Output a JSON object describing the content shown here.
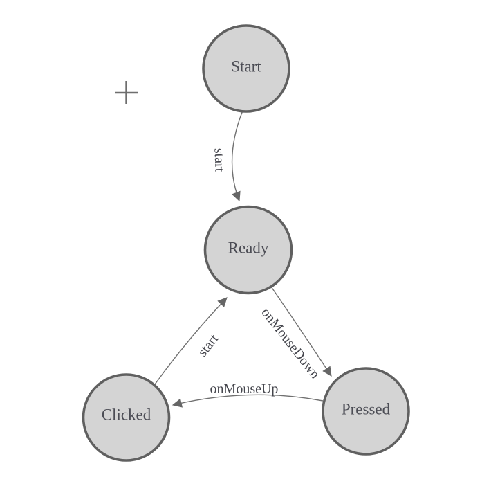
{
  "diagram": {
    "type": "state-machine",
    "background": "#ffffff",
    "palette": {
      "node_fill": "#d4d4d4",
      "node_stroke": "#606060",
      "edge_stroke": "#707070",
      "arrow_fill": "#666666",
      "label_color": "#4c4d55"
    },
    "nodes": [
      {
        "id": "start",
        "label": "Start"
      },
      {
        "id": "ready",
        "label": "Ready"
      },
      {
        "id": "pressed",
        "label": "Pressed"
      },
      {
        "id": "clicked",
        "label": "Clicked"
      }
    ],
    "edges": [
      {
        "from": "start",
        "to": "ready",
        "label": "start"
      },
      {
        "from": "ready",
        "to": "pressed",
        "label": "onMouseDown"
      },
      {
        "from": "pressed",
        "to": "clicked",
        "label": "onMouseUp"
      },
      {
        "from": "clicked",
        "to": "ready",
        "label": "start"
      }
    ],
    "icons": {
      "origin_marker": "crosshair-plus-icon"
    }
  }
}
